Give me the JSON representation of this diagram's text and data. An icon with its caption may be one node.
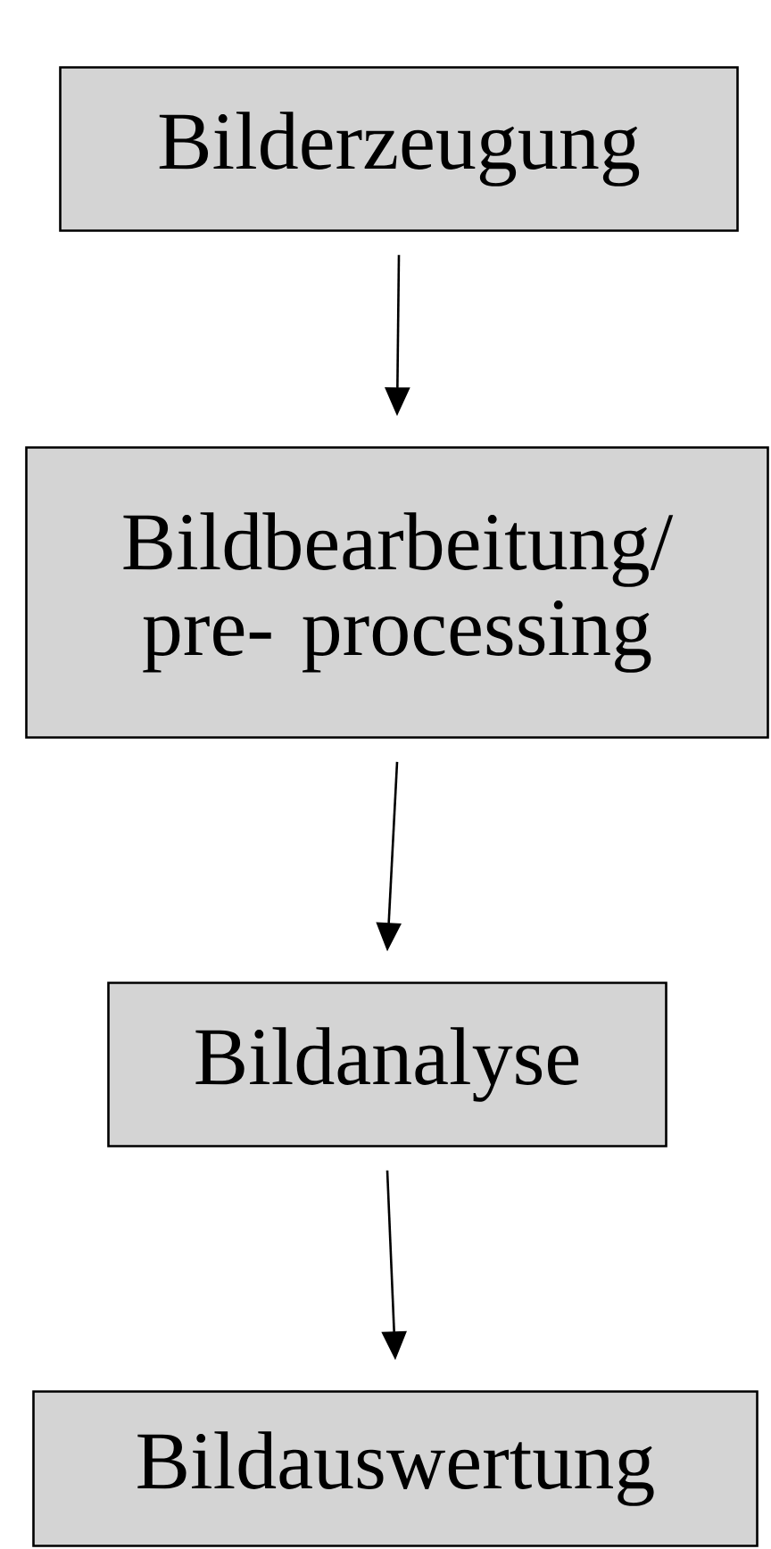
{
  "diagram": {
    "nodes": [
      {
        "text": [
          "Bilderzeugung"
        ]
      },
      {
        "text": [
          "Bildbearbeitung/ pre- processing"
        ]
      },
      {
        "text": [
          "Bildanalyse"
        ]
      },
      {
        "text": [
          "Bildauswertung"
        ]
      }
    ],
    "edges": [
      {
        "from": 0,
        "to": 1,
        "arrow": "to"
      },
      {
        "from": 1,
        "to": 2,
        "arrow": "to"
      },
      {
        "from": 2,
        "to": 3,
        "arrow": "to"
      }
    ]
  }
}
